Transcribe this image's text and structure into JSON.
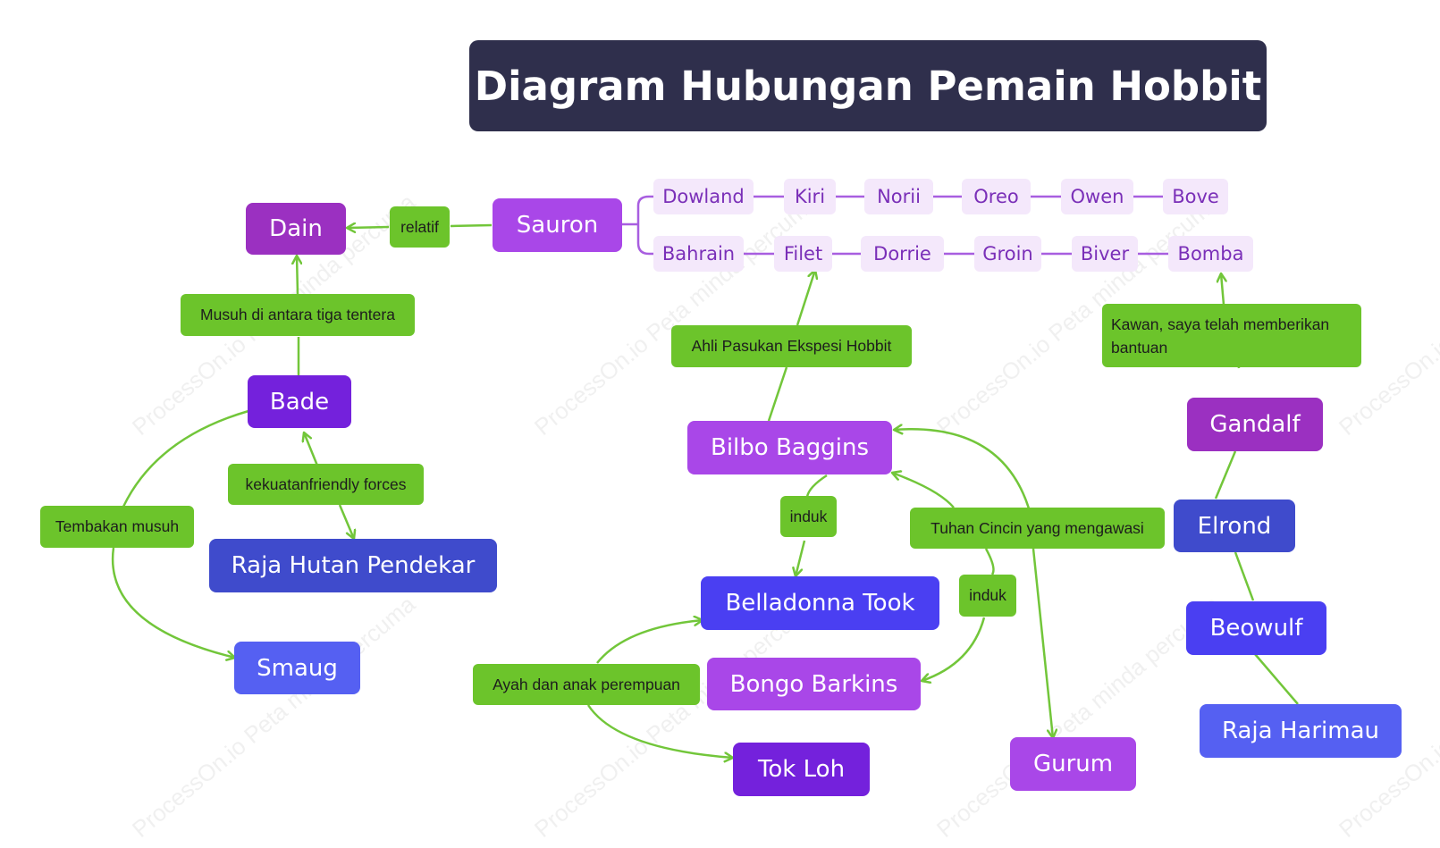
{
  "title": "Diagram Hubungan Pemain Hobbit",
  "watermark": "ProcessOn.io Peta minda percuma",
  "colors": {
    "title_bg": "#2f2f4c",
    "label_bg": "#6cc42b",
    "edge_green": "#72c63a",
    "edge_purple": "#a85ee0",
    "leaf_bg": "#f4e8fb",
    "leaf_text": "#7a2fb8"
  },
  "nodes": {
    "dain": {
      "label": "Dain",
      "color": "#9b30c1"
    },
    "sauron": {
      "label": "Sauron",
      "color": "#a947e8"
    },
    "bade": {
      "label": "Bade",
      "color": "#7421dc"
    },
    "raja_hutan": {
      "label": "Raja Hutan Pendekar",
      "color": "#3f4bcc"
    },
    "smaug": {
      "label": "Smaug",
      "color": "#5560f2"
    },
    "bilbo": {
      "label": "Bilbo Baggins",
      "color": "#a947e8"
    },
    "belladonna": {
      "label": "Belladonna Took",
      "color": "#4a3ff2"
    },
    "bongo": {
      "label": "Bongo Barkins",
      "color": "#a947e8"
    },
    "tok_loh": {
      "label": "Tok Loh",
      "color": "#7421dc"
    },
    "gurum": {
      "label": "Gurum",
      "color": "#a947e8"
    },
    "gandalf": {
      "label": "Gandalf",
      "color": "#9b30c1"
    },
    "elrond": {
      "label": "Elrond",
      "color": "#3f4bcc"
    },
    "beowulf": {
      "label": "Beowulf",
      "color": "#4a3ff2"
    },
    "raja_harimau": {
      "label": "Raja Harimau",
      "color": "#5560f2"
    }
  },
  "sauron_children": {
    "row1": [
      "Dowland",
      "Kiri",
      "Norii",
      "Oreo",
      "Owen",
      "Bove"
    ],
    "row2": [
      "Bahrain",
      "Filet",
      "Dorrie",
      "Groin",
      "Biver",
      "Bomba"
    ]
  },
  "relations": {
    "relatif": "relatif",
    "musuh_tiga": "Musuh di antara tiga tentera",
    "kekuatan": "kekuatanfriendly forces",
    "tembakan": "Tembakan musuh",
    "ahli": "Ahli Pasukan Ekspesi Hobbit",
    "induk_bilbo": "induk",
    "tuhan_cincin": "Tuhan Cincin yang mengawasi",
    "induk_bongo": "induk",
    "ayah": "Ayah dan anak perempuan",
    "kawan": "Kawan, saya telah memberikan bantuan"
  }
}
